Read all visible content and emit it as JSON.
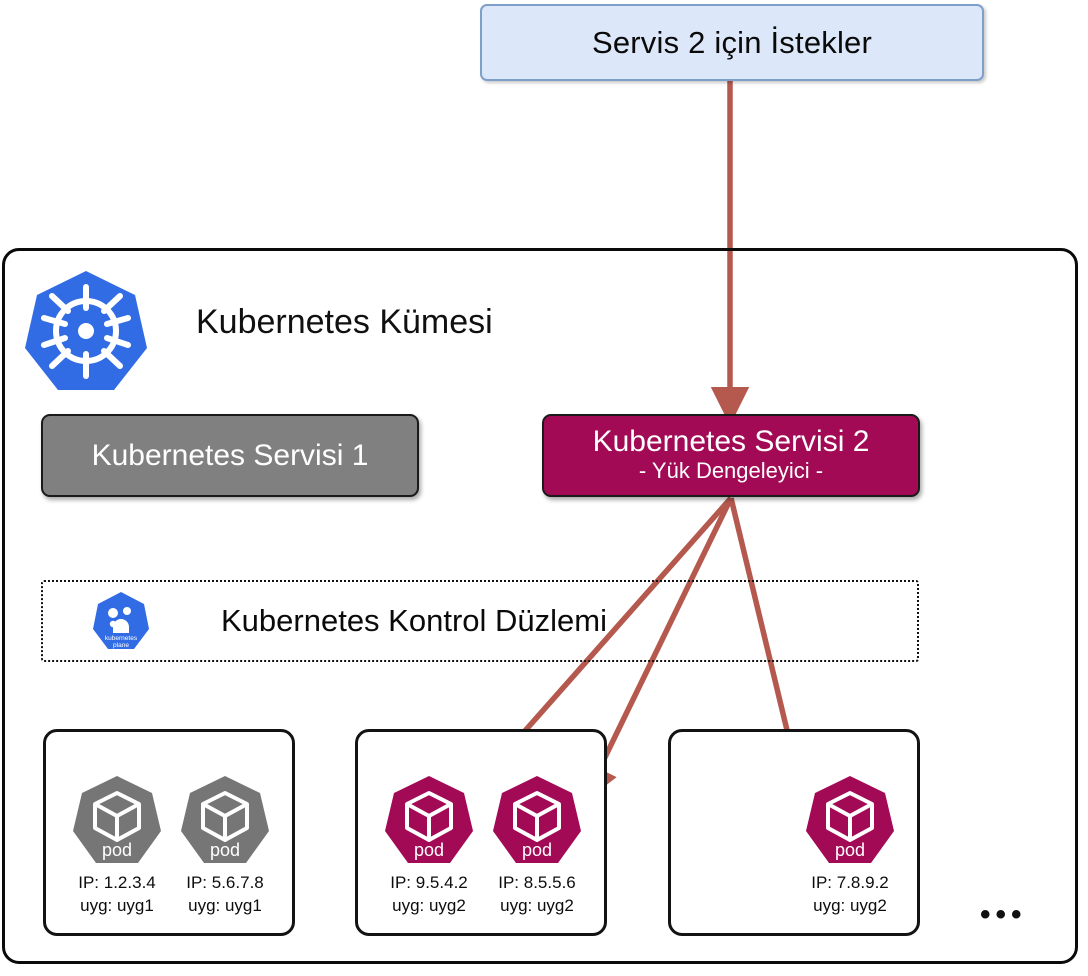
{
  "colors": {
    "request_box_fill": "#dce7f9",
    "request_box_border": "#7f9fcb",
    "service1_fill": "#808080",
    "service2_fill": "#a30a55",
    "pod_gray": "#767676",
    "pod_magenta": "#a30a55",
    "arrow": "#b5594f",
    "k8s_blue": "#326ce5",
    "frame_border": "#0a0a0a"
  },
  "request": {
    "label": "Servis 2 için İstekler"
  },
  "cluster": {
    "title": "Kubernetes Kümesi",
    "logo_icon": "kubernetes-wheel-icon"
  },
  "services": [
    {
      "id": "service-1",
      "title": "Kubernetes Servisi 1",
      "subtitle": ""
    },
    {
      "id": "service-2",
      "title": "Kubernetes Servisi 2",
      "subtitle": "- Yük Dengeleyici -"
    }
  ],
  "control_plane": {
    "title": "Kubernetes Kontrol Düzlemi",
    "logo_icon": "kubernetes-control-plane-icon",
    "logo_text_line1": "kubernetes",
    "logo_text_line2": "plane"
  },
  "nodes": [
    {
      "id": "node-1",
      "pods": [
        {
          "label": "pod",
          "ip": "IP: 1.2.3.4",
          "app": "uyg: uyg1",
          "color": "gray"
        },
        {
          "label": "pod",
          "ip": "IP: 5.6.7.8",
          "app": "uyg: uyg1",
          "color": "gray"
        }
      ]
    },
    {
      "id": "node-2",
      "pods": [
        {
          "label": "pod",
          "ip": "IP: 9.5.4.2",
          "app": "uyg: uyg2",
          "color": "magenta"
        },
        {
          "label": "pod",
          "ip": "IP: 8.5.5.6",
          "app": "uyg: uyg2",
          "color": "magenta"
        }
      ]
    },
    {
      "id": "node-3",
      "pods": [
        {
          "label": "pod",
          "ip": "IP: 7.8.9.2",
          "app": "uyg: uyg2",
          "color": "magenta"
        }
      ]
    }
  ],
  "overflow": {
    "ellipsis": "•••"
  },
  "arrows": [
    {
      "name": "request-to-service2",
      "from": "request-box",
      "to": "service-2"
    },
    {
      "name": "service2-to-pod-9542",
      "from": "service-2",
      "to": "node-2-pod-1"
    },
    {
      "name": "service2-to-pod-8556",
      "from": "service-2",
      "to": "node-2-pod-2"
    },
    {
      "name": "service2-to-pod-7892",
      "from": "service-2",
      "to": "node-3-pod-1"
    }
  ]
}
